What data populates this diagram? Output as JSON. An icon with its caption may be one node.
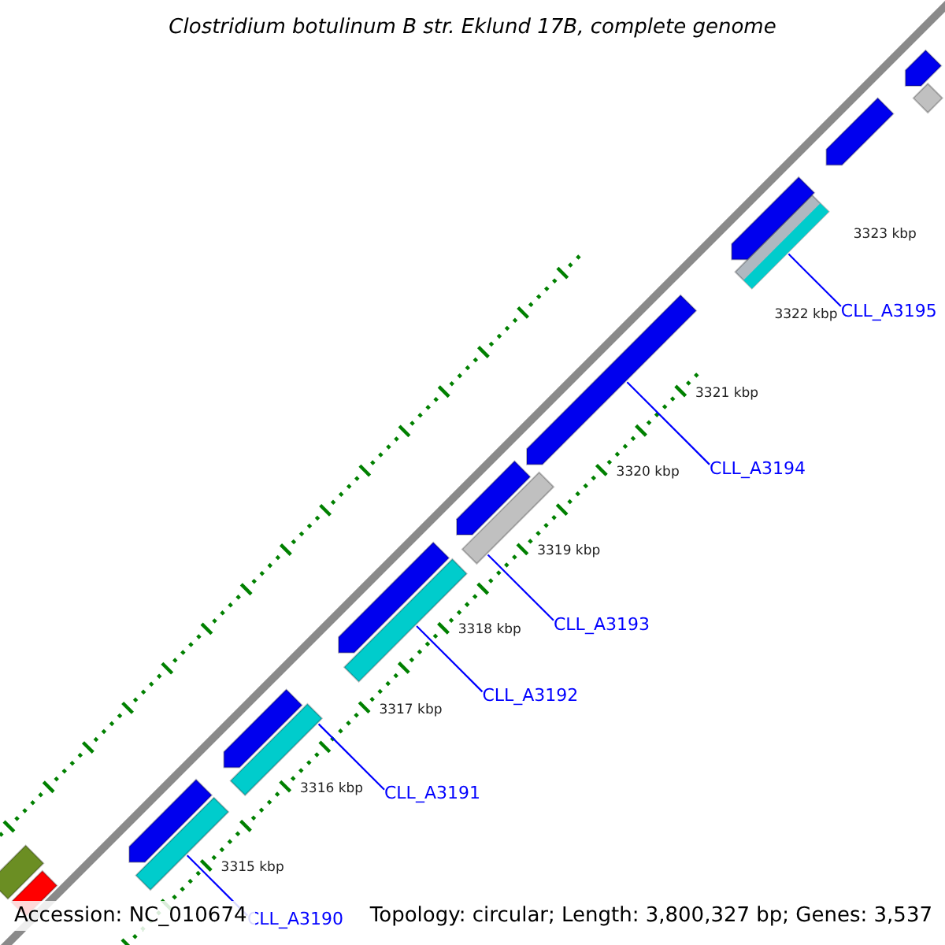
{
  "diagram": {
    "title": "Clostridium botulinum B str. Eklund 17B, complete genome",
    "nodes": [
      {
        "text": [
          "CLL_A3195"
        ]
      },
      {
        "text": [
          "CLL_A3194"
        ]
      },
      {
        "text": [
          "CLL_A3193"
        ]
      },
      {
        "text": [
          "CLL_A3192"
        ]
      },
      {
        "text": [
          "CLL_A3191"
        ]
      },
      {
        "text": [
          "CLL_A3190"
        ]
      },
      {
        "text": [],
        "shape": "bar"
      },
      {
        "text": [],
        "shape": "bar"
      },
      {
        "text": [],
        "shape": "bar"
      },
      {
        "text": [],
        "shape": "bar"
      },
      {
        "text": [],
        "shape": "bar"
      },
      {
        "text": [],
        "shape": "bar"
      },
      {
        "text": [],
        "shape": "bar"
      },
      {
        "text": [],
        "shape": "bar"
      },
      {
        "text": [],
        "shape": "bar"
      },
      {
        "text": [],
        "shape": "bar"
      },
      {
        "text": [],
        "shape": "bar"
      },
      {
        "text": [],
        "shape": "bar"
      },
      {
        "text": [],
        "shape": "bar"
      },
      {
        "text": [],
        "shape": "bar"
      },
      {
        "text": [],
        "shape": "bar"
      },
      {
        "text": [],
        "shape": "bar"
      }
    ],
    "edges": [
      {
        "from": 0,
        "to": 6,
        "arrow": "none"
      },
      {
        "from": 1,
        "to": 7,
        "arrow": "none"
      },
      {
        "from": 2,
        "to": 8,
        "arrow": "none"
      },
      {
        "from": 3,
        "to": 9,
        "arrow": "none"
      },
      {
        "from": 4,
        "to": 10,
        "arrow": "none"
      },
      {
        "from": 5,
        "to": 11,
        "arrow": "none"
      }
    ],
    "labels": [
      "3323 kbp",
      "3322 kbp",
      "3321 kbp",
      "3320 kbp",
      "3319 kbp",
      "3318 kbp",
      "3317 kbp",
      "3316 kbp",
      "3315 kbp",
      "Accession: NC_010674",
      "Topology: circular; Length: 3,800,327 bp; Genes: 3,537"
    ]
  }
}
